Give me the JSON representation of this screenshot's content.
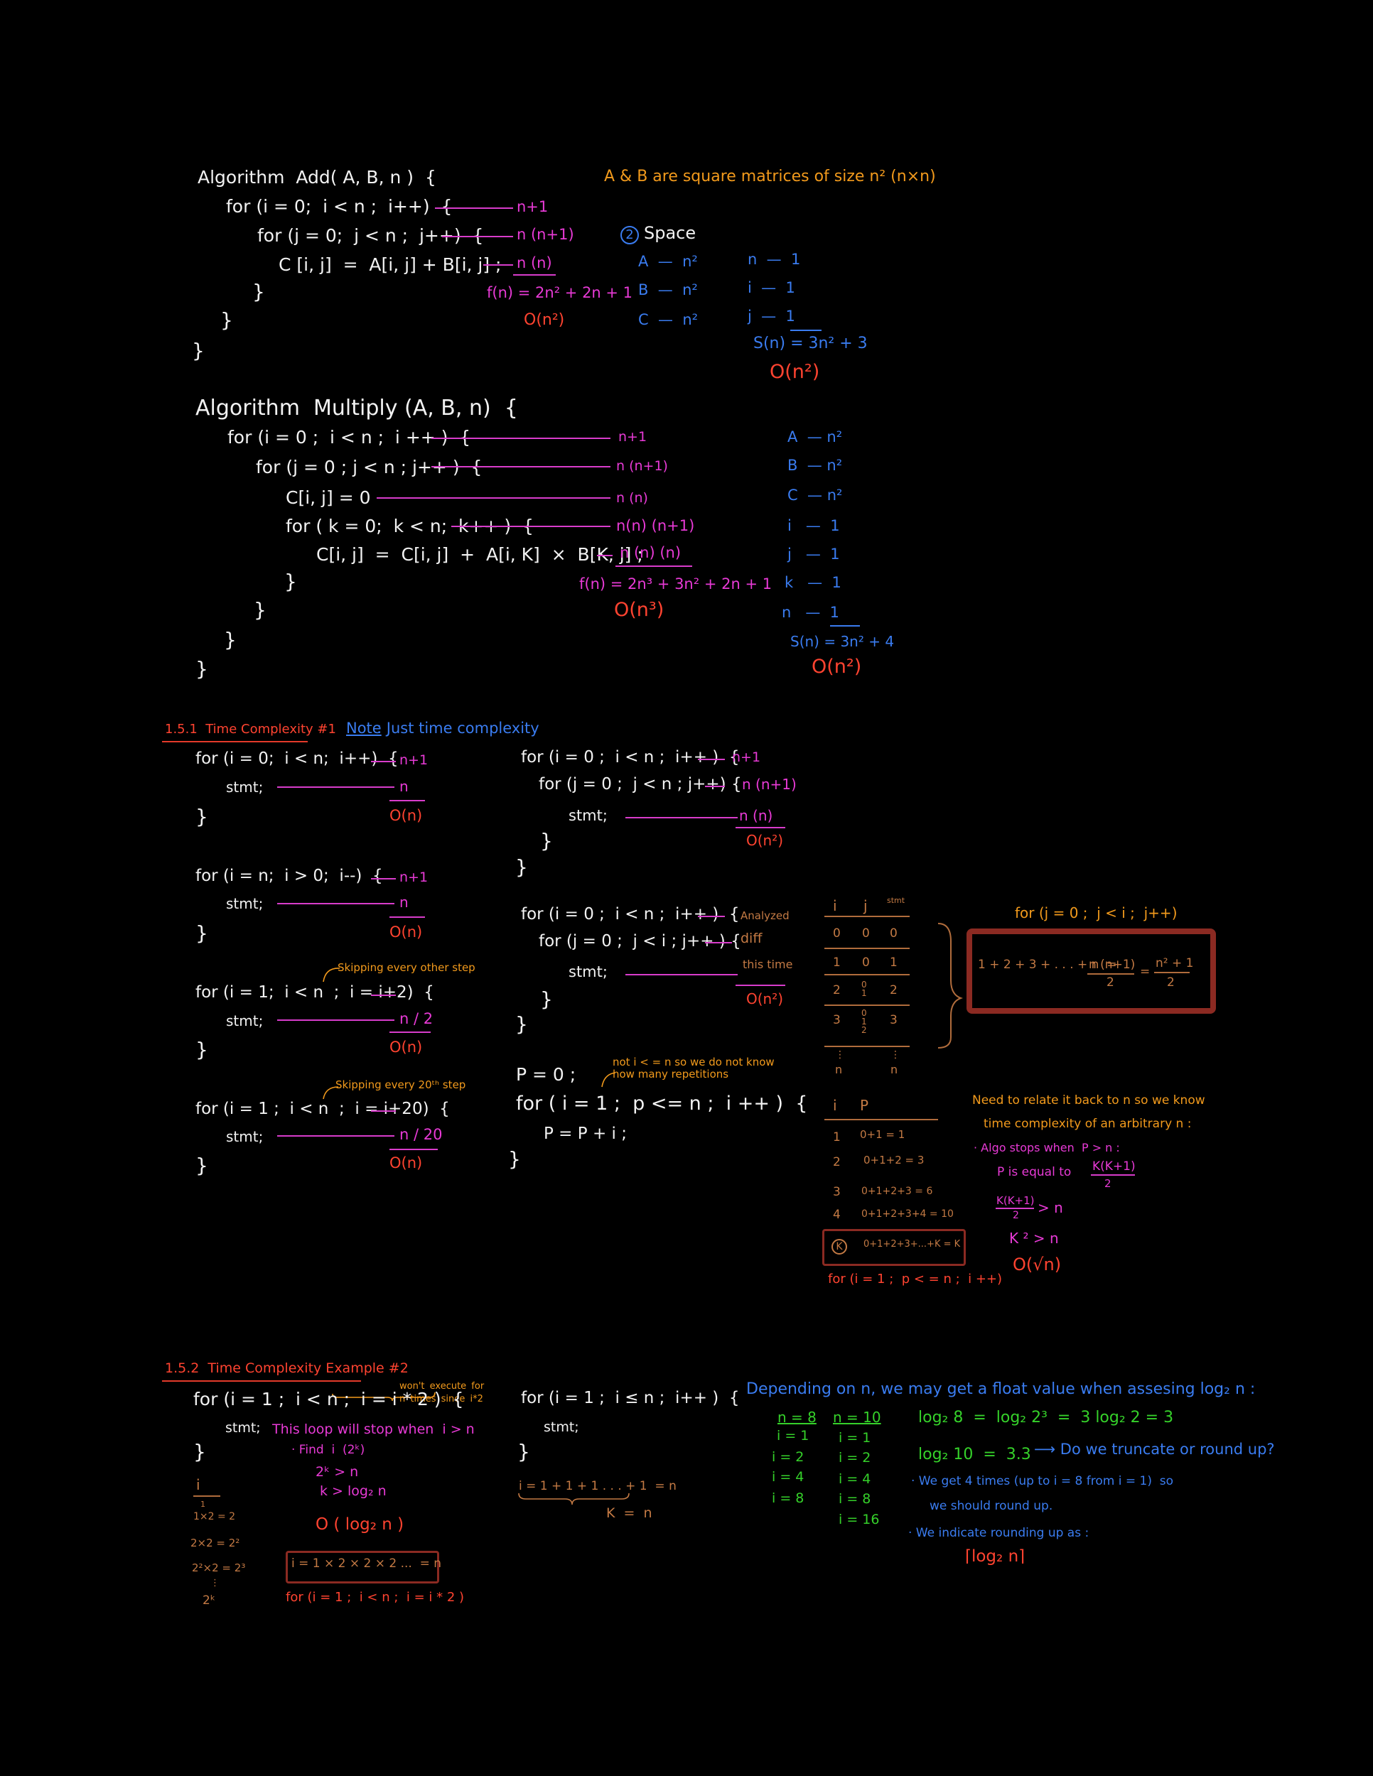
{
  "colors": {
    "white": "#f2f2f2",
    "magenta": "#e83ad6",
    "red": "#ff4330",
    "orange": "#f29a1c",
    "blue": "#3a7cf0",
    "green": "#35d12a",
    "brown": "#c47a44",
    "box": "#8b2a22"
  },
  "add": {
    "l1": "Algorithm  Add( A, B, n )  {",
    "l2": "for (i = 0;  i < n ;  i++)  {",
    "l3": "for (j = 0;  j < n ;  j++)  {",
    "l4": "C [i, j]  =  A[i, j] + B[i, j] ;",
    "cb1": "}",
    "cb2": "}",
    "cb3": "}",
    "a1": "n+1",
    "a2": "n (n+1)",
    "a3": "n (n)",
    "f": "f(n) = 2n² + 2n + 1",
    "o": "O(n²)",
    "note": "A & B are square matrices of size n² (n×n)",
    "space": "Space",
    "space_num": "2",
    "sp_rows": [
      "A  —  n²",
      "B  —  n²",
      "C  —  n²"
    ],
    "var_rows": [
      "n  —  1",
      "i  —  1",
      "j  —  1"
    ],
    "s": "S(n) = 3n² + 3",
    "so": "O(n²)"
  },
  "mul": {
    "l1": "Algorithm  Multiply (A, B, n)  {",
    "l2": "for (i = 0 ;  i < n ;  i ++ )  {",
    "l3": "for (j = 0 ; j < n ; j++ )  {",
    "l4": "C[i, j] = 0",
    "l5": "for ( k = 0;  k < n;  k++ )  {",
    "l6": "C[i, j]  =  C[i, j]  +  A[i, K]  ×  B[K, j] ;",
    "cb1": "}",
    "cb2": "}",
    "cb3": "}",
    "cb4": "}",
    "a1": "n+1",
    "a2": "n (n+1)",
    "a3": "n (n)",
    "a4": "n(n) (n+1)",
    "a5": "n (n) (n)",
    "f": "f(n) = 2n³ + 3n² + 2n + 1",
    "o": "O(n³)",
    "sp_rows": [
      "A  — n²",
      "B  — n²",
      "C  — n²",
      "i   —  1",
      "j   —  1",
      "k   —  1",
      "n   —  1"
    ],
    "s": "S(n) = 3n² + 4",
    "so": "O(n²)"
  },
  "s151": {
    "title": "1.5.1  Time Complexity #1",
    "note_label": "Note",
    "note_text": ": Just time complexity",
    "c1": {
      "l1": "for (i = 0;  i < n;  i++)  {",
      "stmt": "stmt;",
      "cb": "}",
      "a1": "n+1",
      "a2": "n",
      "o": "O(n)"
    },
    "c2": {
      "l1": "for (i = n;  i > 0;  i--)  {",
      "stmt": "stmt;",
      "cb": "}",
      "a1": "n+1",
      "a2": "n",
      "o": "O(n)"
    },
    "c3": {
      "l1": "for (i = 1;  i < n  ;  i = i+2)  {",
      "stmt": "stmt;",
      "cb": "}",
      "anno": "Skipping every other step",
      "a2": "n / 2",
      "o": "O(n)"
    },
    "c4": {
      "l1": "for (i = 1 ;  i < n  ;  i = i+20)  {",
      "stmt": "stmt;",
      "cb": "}",
      "anno": "Skipping every 20ᵗʰ step",
      "a2": "n / 20",
      "o": "O(n)"
    },
    "n1": {
      "l1": "for (i = 0 ;  i < n ;  i++ )  {",
      "l2": "for (j = 0 ;  j < n ; j++) {",
      "stmt": "stmt;",
      "cb1": "}",
      "cb2": "}",
      "a1": "n+1",
      "a2": "n (n+1)",
      "a3": "n (n)",
      "o": "O(n²)"
    },
    "n2": {
      "l1": "for (i = 0 ;  i < n ;  i++ )  {",
      "l2": "for (j = 0 ;  j < i ; j++ ) {",
      "stmt": "stmt;",
      "cb1": "}",
      "cb2": "}",
      "a1": "Analyzed",
      "a2": "diff",
      "a3": "this time",
      "o": "O(n²)"
    },
    "tbl": {
      "h_i": "i",
      "h_j": "j",
      "h_stmt": "stmt",
      "rows": [
        [
          "0",
          "0",
          "0"
        ],
        [
          "1",
          "0",
          "1"
        ],
        [
          "2",
          "0 1",
          "2"
        ],
        [
          "3",
          "0 1 2",
          "3"
        ]
      ],
      "dots": "⋮",
      "last_i": "n",
      "last_stmt": "n"
    },
    "sum_loop": "for (j = 0 ;  j < i ;  j++)",
    "sum": "1 + 2 + 3 + . . . + n  =",
    "frac1_num": "n (n+1)",
    "frac1_den": "2",
    "eq": "=",
    "frac2_num": "n² + 1",
    "frac2_den": "2",
    "p": {
      "l1": "P = 0 ;",
      "l2": "for ( i = 1 ;  p <= n ;  i ++ )  {",
      "l3": "P = P + i ;",
      "cb": "}",
      "anno": "not  i < = n  so we do not know how many repetitions"
    },
    "ptbl": {
      "h_i": "i",
      "h_p": "P",
      "rows": [
        [
          "1",
          "0+1 = 1"
        ],
        [
          "2",
          "0+1+2 = 3"
        ],
        [
          "3",
          "0+1+2+3 = 6"
        ],
        [
          "4",
          "0+1+2+3+4 = 10"
        ]
      ],
      "k": "K",
      "k_val": "0+1+2+3+...+K = K",
      "loop": "for (i = 1 ;  p < = n ;  i ++)"
    },
    "need1": "Need to relate it back to n so we know",
    "need2": "time complexity of an arbitrary n :",
    "algo1": "· Algo stops when  P > n :",
    "algo2": "P is equal to",
    "kf_num": "K(K+1)",
    "kf_den": "2",
    "ineq": "> n",
    "k2": "K ² > n",
    "ores": "O(√n)"
  },
  "s152": {
    "title": "1.5.2  Time Complexity Example #2",
    "l1": "for (i = 1 ;  i < n ;  i = i * 2 )  {",
    "stmt": "stmt;",
    "cb": "}",
    "anno": "won't execute for n times since i*2",
    "w1": "This loop will stop when  i > n",
    "w2": "· Find  i  (2ᵏ)",
    "w3": "2ᵏ > n",
    "w4": "k > log₂ n",
    "w5": "O ( log₂ n )",
    "col_h": "i",
    "col": [
      "1",
      "1×2 = 2",
      "2×2 = 2²",
      "2²×2 = 2³",
      "⋮",
      "2ᵏ"
    ],
    "box": "i = 1 × 2 × 2 × 2 ...  = n",
    "loop": "for (i = 1 ;  i < n ;  i = i * 2 )",
    "m1": "for (i = 1 ;  i ≤ n ;  i++ )  {",
    "m_stmt": "stmt;",
    "m_cb": "}",
    "m_sum": "i = 1 + 1 + 1 . . . + 1  = n",
    "m_k": "K  =  n",
    "dep": "Depending on n, we may get a float value when assesing log₂ n :",
    "t1": [
      "n = 8",
      "i = 1",
      "i = 2",
      "i = 4",
      "i = 8"
    ],
    "t2": [
      "n = 10",
      "i = 1",
      "i = 2",
      "i = 4",
      "i = 8",
      "i = 16"
    ],
    "lg1": "log₂ 8  =  log₂ 2³  =  3 log₂ 2 = 3",
    "lg2a": "log₂ 10  =  3.3",
    "lg2b": "⟶ Do we truncate or round up?",
    "ru1": "· We get 4 times (up to i = 8 from i = 1)  so",
    "ru2": "we should round up.",
    "ru3": "· We indicate rounding up as :",
    "ceil": "⌈log₂ n⌉"
  }
}
